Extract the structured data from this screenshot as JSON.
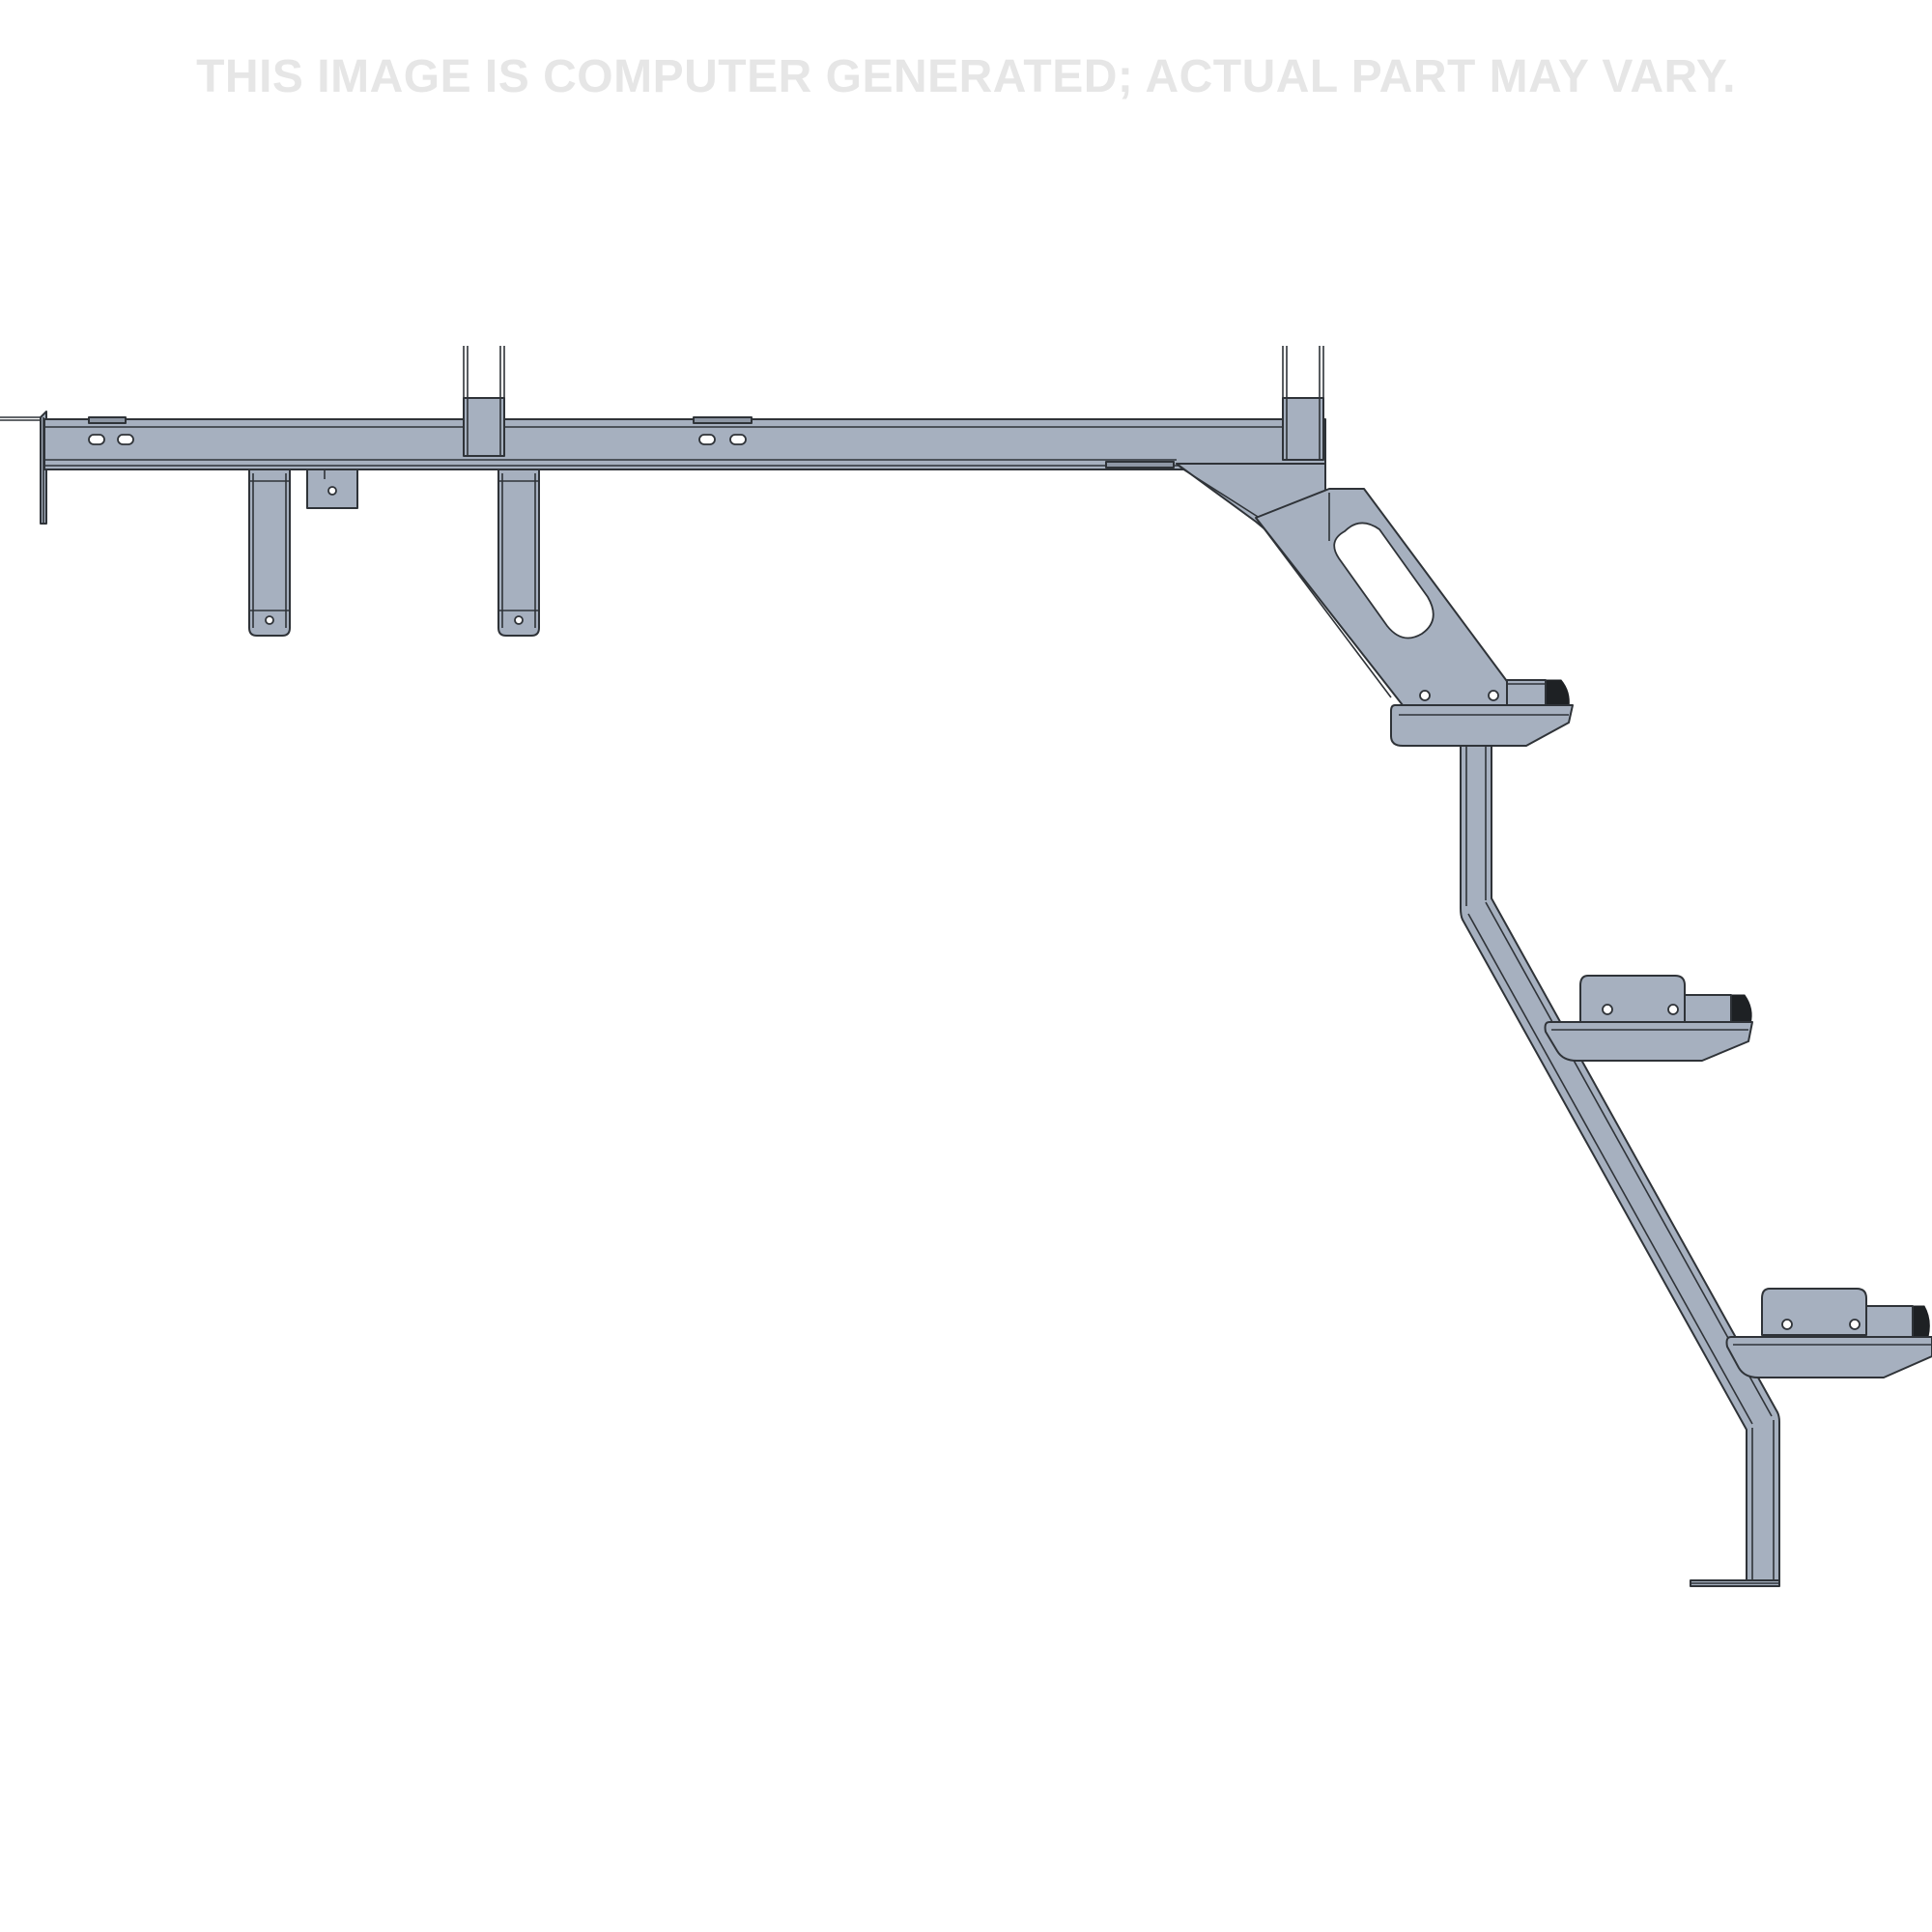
{
  "disclaimer": "THIS IMAGE IS COMPUTER GENERATED; ACTUAL PART MAY VARY.",
  "drawing": {
    "subject": "ladder-rack-with-step-assembly",
    "steps_count": 3,
    "colors": {
      "background": "#ffffff",
      "metal": "#a6b0bf",
      "metal_shadow": "#8e97a5",
      "outline": "#2f3338",
      "rubber": "#1e2124",
      "watermark_text": "#e6e6e6"
    }
  }
}
